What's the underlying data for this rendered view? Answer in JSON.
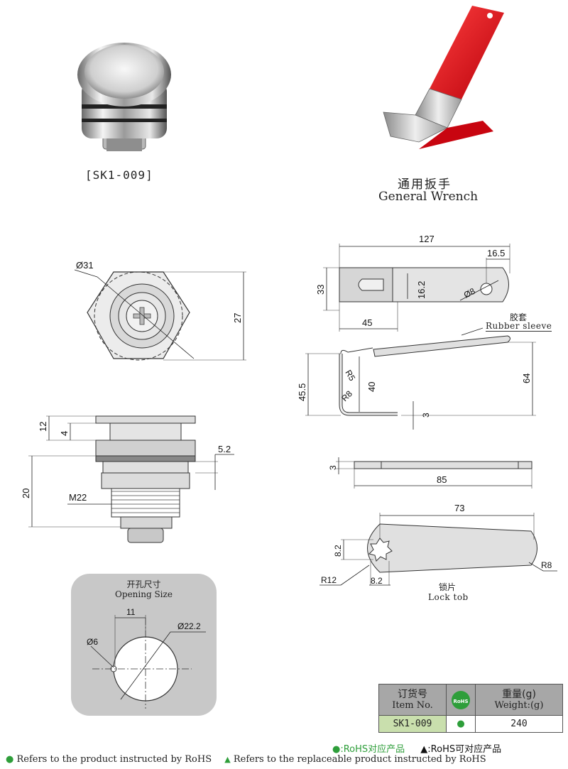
{
  "product": {
    "model_label": "[SK1-009]"
  },
  "accessory": {
    "name_cn": "通用扳手",
    "name_en": "General Wrench"
  },
  "front_view": {
    "diameter": "Ø31",
    "height": "27"
  },
  "side_view": {
    "d12": "12",
    "d4": "4",
    "d5_2": "5.2",
    "d20": "20",
    "thread": "M22"
  },
  "opening": {
    "title_cn": "开孔尺寸",
    "title_en": "Opening Size",
    "d11": "11",
    "d6": "Ø6",
    "d22_2": "Ø22.2"
  },
  "wrench_top": {
    "d127": "127",
    "d16_5": "16.5",
    "d33": "33",
    "d16_2": "16.2",
    "d8": "Ø8",
    "d45": "45"
  },
  "wrench_side": {
    "sleeve_cn": "胶套",
    "sleeve_en": "Rubber sleeve",
    "d45_5": "45.5",
    "d40": "40",
    "d64": "64",
    "r5": "R5",
    "r8": "R8",
    "d3": "3"
  },
  "wrench_flat": {
    "d3": "3",
    "d85": "85"
  },
  "lock_tab": {
    "d73": "73",
    "d8_2a": "8.2",
    "d8_2b": "8.2",
    "r12": "R12",
    "r8": "R8",
    "name_cn": "锁片",
    "name_en": "Lock tob"
  },
  "order_table": {
    "header_item_cn": "订货号",
    "header_item_en": "Item No.",
    "rohs_badge": "RoHS",
    "header_weight_cn": "重量(g)",
    "header_weight_en": "Weight:(g)",
    "item_no": "SK1-009",
    "rohs_mark": "●",
    "weight": "240"
  },
  "legend": {
    "cn_full": "●:RoHS对应产品",
    "cn_repl": "▲:RoHS可对应产品",
    "en_full": "Refers to the product instructed by RoHS",
    "en_repl": "Refers to the replaceable product instructed by RoHS"
  },
  "colors": {
    "accent_green": "#2e9e3a",
    "table_header": "#a7a7a7",
    "table_row": "#c9dfad",
    "wrench_red": "#d8141c",
    "opening_panel": "#c8c8c8"
  }
}
